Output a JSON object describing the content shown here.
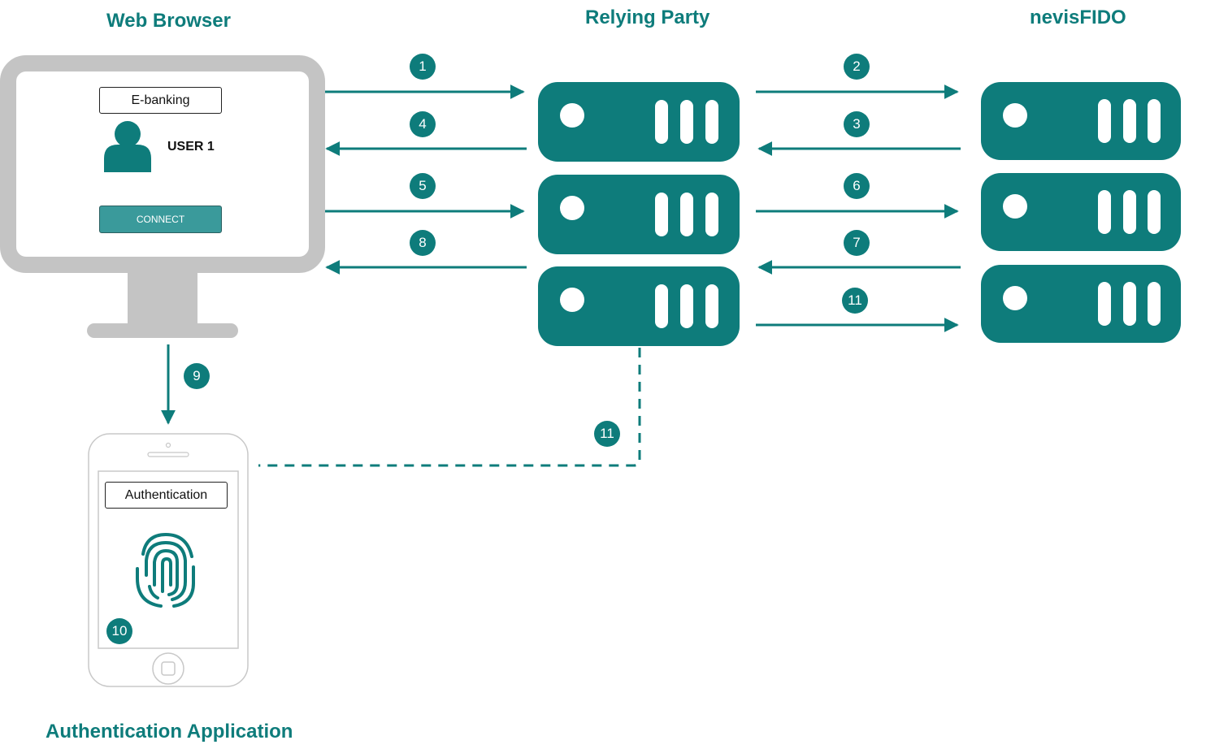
{
  "titles": {
    "web_browser": "Web Browser",
    "relying_party": "Relying Party",
    "nevis_fido": "nevisFIDO",
    "auth_app": "Authentication Application"
  },
  "browser": {
    "site_label": "E-banking",
    "user_label": "USER 1",
    "connect_label": "CONNECT"
  },
  "phone": {
    "screen_label": "Authentication"
  },
  "steps": {
    "s1": "1",
    "s2": "2",
    "s3": "3",
    "s4": "4",
    "s5": "5",
    "s6": "6",
    "s7": "7",
    "s8": "8",
    "s9": "9",
    "s10": "10",
    "s11a": "11",
    "s11b": "11"
  },
  "colors": {
    "accent": "#0e7c7b",
    "monitor_gray": "#c4c4c4",
    "button": "#3a9a9b"
  },
  "icons": {
    "server": "server-icon",
    "user": "user-icon",
    "fingerprint": "fingerprint-icon",
    "monitor": "monitor-icon",
    "phone": "smartphone-icon"
  }
}
